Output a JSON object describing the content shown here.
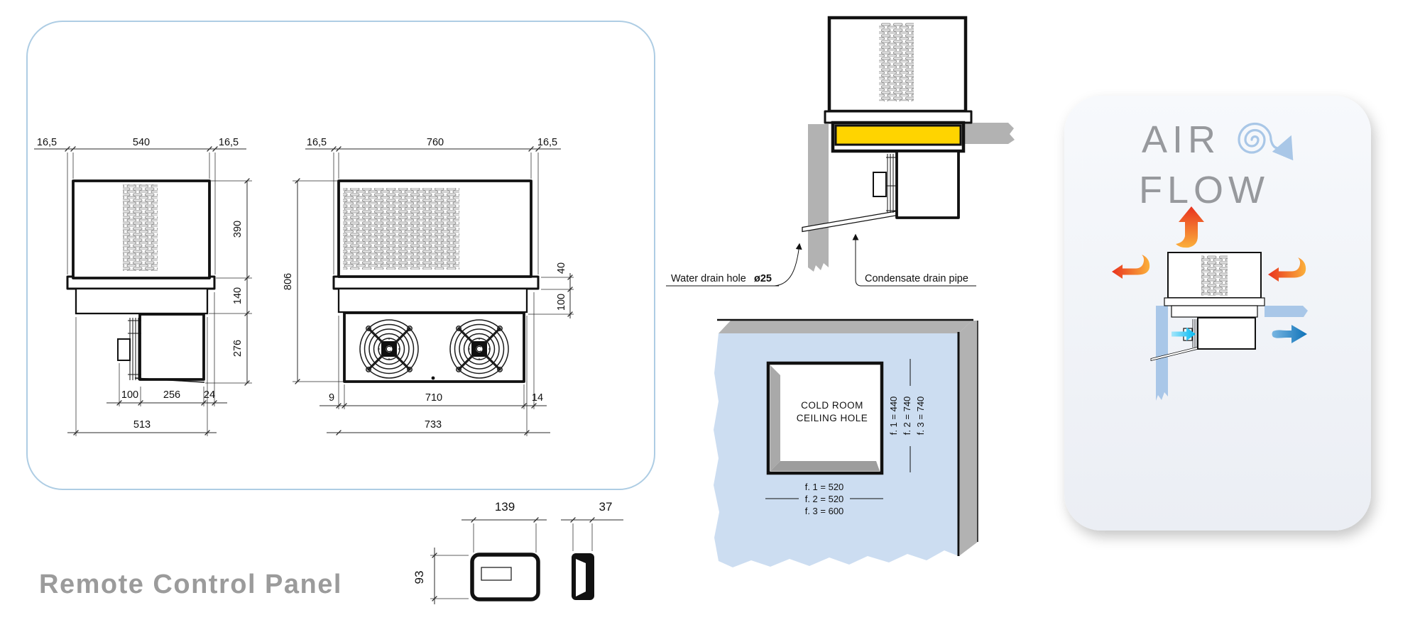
{
  "palette": {
    "panel_border": "#aecde4",
    "line_color": "#111111",
    "gray_wall": "#b2b2b2",
    "yellow_gasket": "#ffd400",
    "blue_panel": "#ccddf1",
    "blue_band": "#a9c7e8",
    "airflow_bg": "#f2f5f9",
    "airflow_title_gray": "#97999d",
    "remote_title_gray": "#9b9b9b",
    "hot_arrow_red": "#e8321f",
    "hot_arrow_orange": "#fbb03b",
    "cold_arrow_cyan": "#00b9f2",
    "cold_arrow_blue": "#0e72b8"
  },
  "side_view": {
    "margin_left": "16,5",
    "width_top": "540",
    "margin_right": "16,5",
    "height_upper": "390",
    "height_mid": "140",
    "height_lower": "276",
    "bottom_a": "100",
    "bottom_b": "256",
    "bottom_c": "24",
    "bottom_total": "513"
  },
  "front_view": {
    "margin_left": "16,5",
    "width_top": "760",
    "margin_right": "16,5",
    "height_total": "806",
    "flange_height": "40",
    "collar_height": "100",
    "bottom_a": "9",
    "bottom_b": "710",
    "bottom_c": "14",
    "bottom_total": "733"
  },
  "installation": {
    "water_drain_label": "Water drain hole",
    "water_drain_diameter": "ø25",
    "condensate_label": "Condensate drain pipe"
  },
  "ceiling_hole": {
    "title_line1": "COLD ROOM",
    "title_line2": "CEILING HOLE",
    "side_dims": [
      "f. 1 = 440",
      "f. 2 = 740",
      "f. 3 = 740"
    ],
    "bottom_dims": [
      "f. 1 = 520",
      "f. 2 = 520",
      "f. 3 = 600"
    ]
  },
  "airflow": {
    "word1": "AIR",
    "word2": "FLOW"
  },
  "remote_panel": {
    "title": "Remote Control Panel",
    "width": "139",
    "depth": "37",
    "height": "93"
  }
}
